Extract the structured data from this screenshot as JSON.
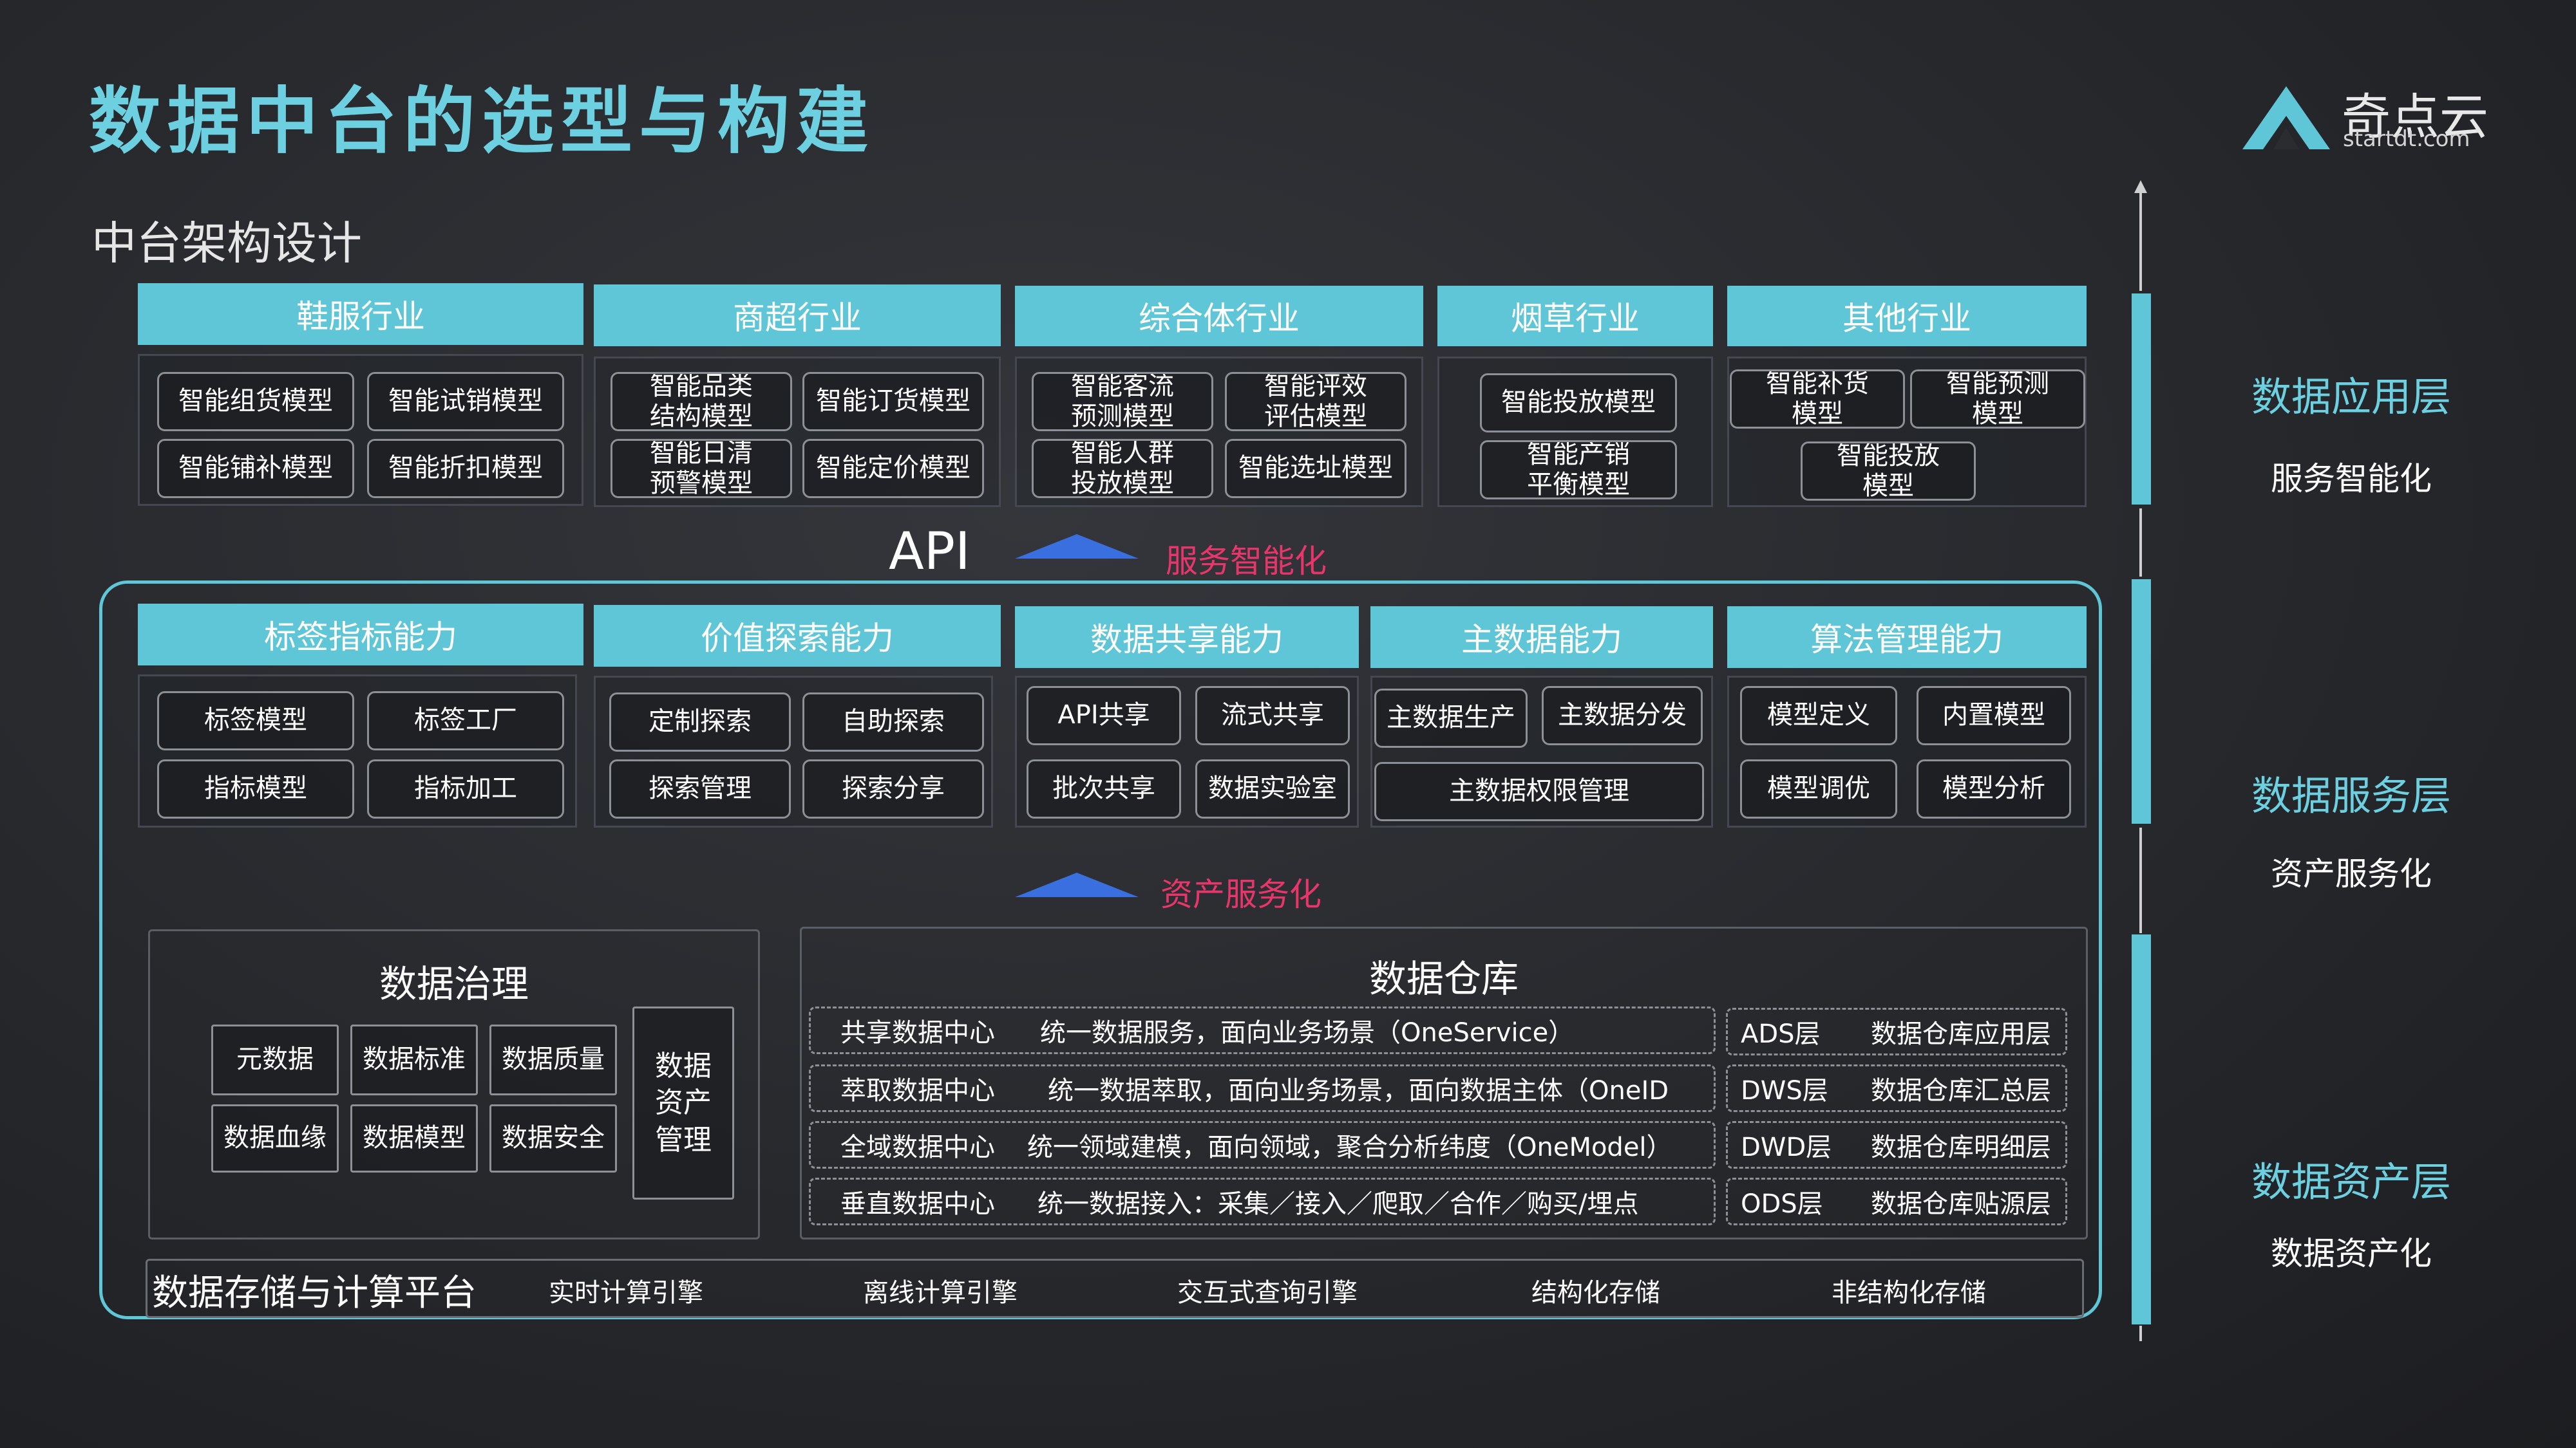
{
  "header": {
    "title": "数据中台的选型与构建",
    "subtitle": "中台架构设计",
    "logo_name": "奇点云",
    "logo_url": "startdt.com"
  },
  "industries": [
    {
      "label": "鞋服行业",
      "models": [
        "智能组货模型",
        "智能试销模型",
        "智能铺补模型",
        "智能折扣模型"
      ]
    },
    {
      "label": "商超行业",
      "models": [
        "智能品类\n结构模型",
        "智能订货模型",
        "智能日清\n预警模型",
        "智能定价模型"
      ]
    },
    {
      "label": "综合体行业",
      "models": [
        "智能客流\n预测模型",
        "智能评效\n评估模型",
        "智能人群\n投放模型",
        "智能选址模型"
      ]
    },
    {
      "label": "烟草行业",
      "models": [
        "智能投放模型",
        "智能产销\n平衡模型"
      ]
    },
    {
      "label": "其他行业",
      "models": [
        "智能补货\n模型",
        "智能预测\n模型",
        "智能投放\n模型"
      ]
    }
  ],
  "api_label": "API",
  "service_label": "服务智能化",
  "asset_label": "资产服务化",
  "capabilities": [
    {
      "label": "标签指标能力",
      "items": [
        "标签模型",
        "标签工厂",
        "指标模型",
        "指标加工"
      ]
    },
    {
      "label": "价值探索能力",
      "items": [
        "定制探索",
        "自助探索",
        "探索管理",
        "探索分享"
      ]
    },
    {
      "label": "数据共享能力",
      "items": [
        "API共享",
        "流式共享",
        "批次共享",
        "数据实验室"
      ]
    },
    {
      "label": "主数据能力",
      "items": [
        "主数据生产",
        "主数据分发",
        "主数据权限管理"
      ]
    },
    {
      "label": "算法管理能力",
      "items": [
        "模型定义",
        "内置模型",
        "模型调优",
        "模型分析"
      ]
    }
  ],
  "governance": {
    "title": "数据治理",
    "items": [
      "元数据",
      "数据标准",
      "数据质量",
      "数据血缘",
      "数据模型",
      "数据安全"
    ],
    "asset_mgmt": "数据\n资产\n管理"
  },
  "warehouse": {
    "title": "数据仓库",
    "rows": [
      {
        "name": "共享数据中心",
        "desc": "统一数据服务，面向业务场景（OneService）",
        "layer": "ADS层",
        "layer_desc": "数据仓库应用层"
      },
      {
        "name": "萃取数据中心",
        "desc": "统一数据萃取，面向业务场景，面向数据主体（OneID",
        "layer": "DWS层",
        "layer_desc": "数据仓库汇总层"
      },
      {
        "name": "全域数据中心",
        "desc": "统一领域建模，面向领域，聚合分析纬度（OneModel）",
        "layer": "DWD层",
        "layer_desc": "数据仓库明细层"
      },
      {
        "name": "垂直数据中心",
        "desc": "统一数据接入：采集／接入／爬取／合作／购买/埋点",
        "layer": "ODS层",
        "layer_desc": "数据仓库贴源层"
      }
    ]
  },
  "storage": {
    "title": "数据存储与计算平台",
    "items": [
      "实时计算引擎",
      "离线计算引擎",
      "交互式查询引擎",
      "结构化存储",
      "非结构化存储"
    ]
  },
  "layers": [
    {
      "name": "数据应用层",
      "sub": "服务智能化"
    },
    {
      "name": "数据服务层",
      "sub": "资产服务化"
    },
    {
      "name": "数据资产层",
      "sub": "数据资产化"
    }
  ],
  "colors": {
    "accent": "#5ec6d6",
    "title": "#6cd0e0",
    "highlight": "#e8366a",
    "arrow": "#3a6fe0"
  }
}
